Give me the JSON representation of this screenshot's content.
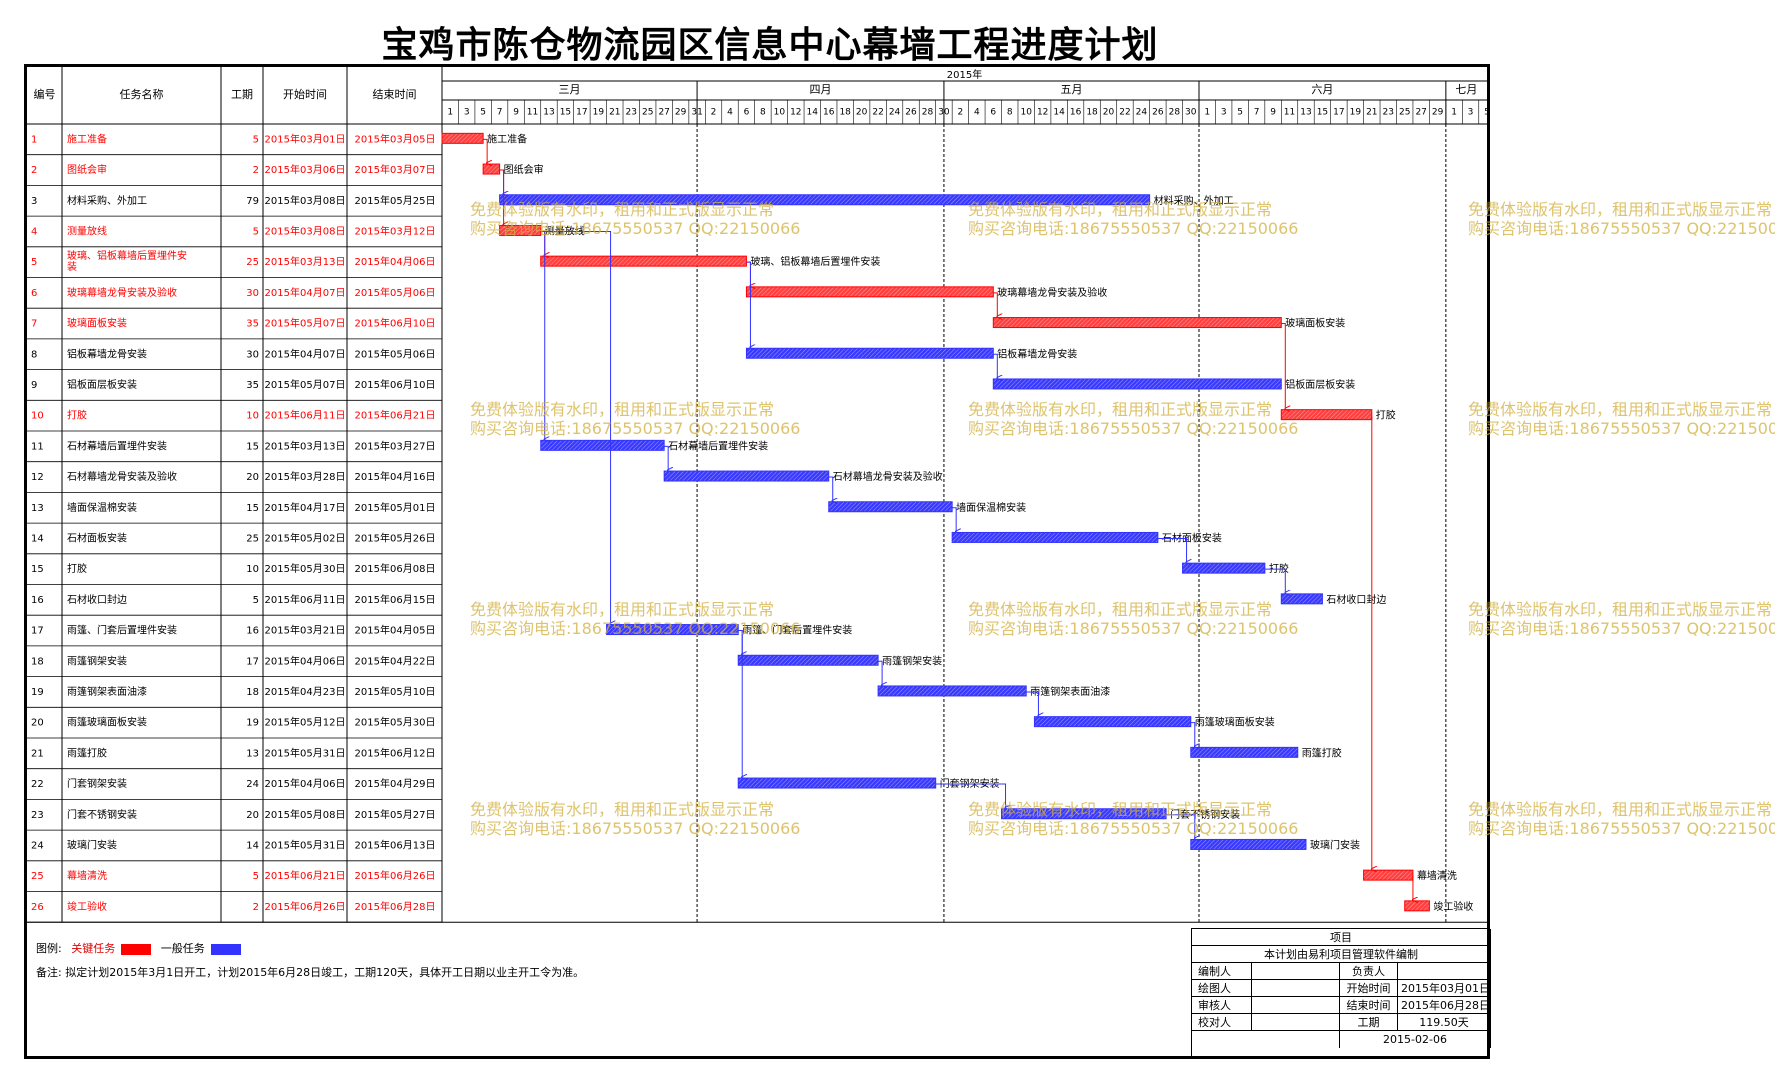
{
  "title": "宝鸡市陈仓物流园区信息中心幕墙工程进度计划",
  "headers": {
    "id": "编号",
    "name": "任务名称",
    "dur": "工期",
    "start": "开始时间",
    "end": "结束时间",
    "year": "2015年"
  },
  "months": [
    {
      "name": "三月",
      "days": 31,
      "ticks": [
        "1",
        "3",
        "5",
        "7",
        "9",
        "11",
        "13",
        "15",
        "17",
        "19",
        "21",
        "23",
        "25",
        "27",
        "29",
        "31"
      ]
    },
    {
      "name": "四月",
      "days": 30,
      "ticks": [
        "2",
        "4",
        "6",
        "8",
        "10",
        "12",
        "14",
        "16",
        "18",
        "20",
        "22",
        "24",
        "26",
        "28",
        "30"
      ]
    },
    {
      "name": "五月",
      "days": 31,
      "ticks": [
        "2",
        "4",
        "6",
        "8",
        "10",
        "12",
        "14",
        "16",
        "18",
        "20",
        "22",
        "24",
        "26",
        "28",
        "30"
      ]
    },
    {
      "name": "六月",
      "days": 30,
      "ticks": [
        "1",
        "3",
        "5",
        "7",
        "9",
        "11",
        "13",
        "15",
        "17",
        "19",
        "21",
        "23",
        "25",
        "27",
        "29"
      ]
    },
    {
      "name": "七月",
      "days": 5,
      "ticks": [
        "1",
        "3",
        "5"
      ]
    }
  ],
  "chart_data": {
    "type": "gantt",
    "title": "宝鸡市陈仓物流园区信息中心幕墙工程进度计划",
    "x_range": [
      "2015-03-01",
      "2015-07-05"
    ],
    "tasks": [
      {
        "id": "1",
        "name": "施工准备",
        "dur": "5",
        "start": "2015年03月01日",
        "end": "2015年03月05日",
        "s": "2015-03-01",
        "e": "2015-03-05",
        "critical": true,
        "pred": []
      },
      {
        "id": "2",
        "name": "图纸会审",
        "dur": "2",
        "start": "2015年03月06日",
        "end": "2015年03月07日",
        "s": "2015-03-06",
        "e": "2015-03-07",
        "critical": true,
        "pred": [
          1
        ]
      },
      {
        "id": "3",
        "name": "材料采购、外加工",
        "dur": "79",
        "start": "2015年03月08日",
        "end": "2015年05月25日",
        "s": "2015-03-08",
        "e": "2015-05-25",
        "critical": false,
        "pred": [
          2
        ]
      },
      {
        "id": "4",
        "name": "测量放线",
        "dur": "5",
        "start": "2015年03月08日",
        "end": "2015年03月12日",
        "s": "2015-03-08",
        "e": "2015-03-12",
        "critical": true,
        "pred": [
          2
        ]
      },
      {
        "id": "5",
        "name": "玻璃、铝板幕墙后置埋件安装",
        "dur": "25",
        "start": "2015年03月13日",
        "end": "2015年04月06日",
        "s": "2015-03-13",
        "e": "2015-04-06",
        "critical": true,
        "pred": [
          4
        ]
      },
      {
        "id": "6",
        "name": "玻璃幕墙龙骨安装及验收",
        "dur": "30",
        "start": "2015年04月07日",
        "end": "2015年05月06日",
        "s": "2015-04-07",
        "e": "2015-05-06",
        "critical": true,
        "pred": [
          5
        ]
      },
      {
        "id": "7",
        "name": "玻璃面板安装",
        "dur": "35",
        "start": "2015年05月07日",
        "end": "2015年06月10日",
        "s": "2015-05-07",
        "e": "2015-06-10",
        "critical": true,
        "pred": [
          6
        ]
      },
      {
        "id": "8",
        "name": "铝板幕墙龙骨安装",
        "dur": "30",
        "start": "2015年04月07日",
        "end": "2015年05月06日",
        "s": "2015-04-07",
        "e": "2015-05-06",
        "critical": false,
        "pred": [
          5
        ]
      },
      {
        "id": "9",
        "name": "铝板面层板安装",
        "dur": "35",
        "start": "2015年05月07日",
        "end": "2015年06月10日",
        "s": "2015-05-07",
        "e": "2015-06-10",
        "critical": false,
        "pred": [
          8
        ]
      },
      {
        "id": "10",
        "name": "打胶",
        "dur": "10",
        "start": "2015年06月11日",
        "end": "2015年06月21日",
        "s": "2015-06-11",
        "e": "2015-06-21",
        "critical": true,
        "pred": [
          7
        ]
      },
      {
        "id": "11",
        "name": "石材幕墙后置埋件安装",
        "dur": "15",
        "start": "2015年03月13日",
        "end": "2015年03月27日",
        "s": "2015-03-13",
        "e": "2015-03-27",
        "critical": false,
        "pred": [
          4
        ]
      },
      {
        "id": "12",
        "name": "石材幕墙龙骨安装及验收",
        "dur": "20",
        "start": "2015年03月28日",
        "end": "2015年04月16日",
        "s": "2015-03-28",
        "e": "2015-04-16",
        "critical": false,
        "pred": [
          11
        ]
      },
      {
        "id": "13",
        "name": "墙面保温棉安装",
        "dur": "15",
        "start": "2015年04月17日",
        "end": "2015年05月01日",
        "s": "2015-04-17",
        "e": "2015-05-01",
        "critical": false,
        "pred": [
          12
        ]
      },
      {
        "id": "14",
        "name": "石材面板安装",
        "dur": "25",
        "start": "2015年05月02日",
        "end": "2015年05月26日",
        "s": "2015-05-02",
        "e": "2015-05-26",
        "critical": false,
        "pred": [
          13
        ]
      },
      {
        "id": "15",
        "name": "打胶",
        "dur": "10",
        "start": "2015年05月30日",
        "end": "2015年06月08日",
        "s": "2015-05-30",
        "e": "2015-06-08",
        "critical": false,
        "pred": [
          14
        ]
      },
      {
        "id": "16",
        "name": "石材收口封边",
        "dur": "5",
        "start": "2015年06月11日",
        "end": "2015年06月15日",
        "s": "2015-06-11",
        "e": "2015-06-15",
        "critical": false,
        "pred": [
          15
        ]
      },
      {
        "id": "17",
        "name": "雨篷、门套后置埋件安装",
        "dur": "16",
        "start": "2015年03月21日",
        "end": "2015年04月05日",
        "s": "2015-03-21",
        "e": "2015-04-05",
        "critical": false,
        "pred": [
          4
        ]
      },
      {
        "id": "18",
        "name": "雨篷钢架安装",
        "dur": "17",
        "start": "2015年04月06日",
        "end": "2015年04月22日",
        "s": "2015-04-06",
        "e": "2015-04-22",
        "critical": false,
        "pred": [
          17
        ]
      },
      {
        "id": "19",
        "name": "雨篷钢架表面油漆",
        "dur": "18",
        "start": "2015年04月23日",
        "end": "2015年05月10日",
        "s": "2015-04-23",
        "e": "2015-05-10",
        "critical": false,
        "pred": [
          18
        ]
      },
      {
        "id": "20",
        "name": "雨篷玻璃面板安装",
        "dur": "19",
        "start": "2015年05月12日",
        "end": "2015年05月30日",
        "s": "2015-05-12",
        "e": "2015-05-30",
        "critical": false,
        "pred": [
          19
        ]
      },
      {
        "id": "21",
        "name": "雨篷打胶",
        "dur": "13",
        "start": "2015年05月31日",
        "end": "2015年06月12日",
        "s": "2015-05-31",
        "e": "2015-06-12",
        "critical": false,
        "pred": [
          20
        ]
      },
      {
        "id": "22",
        "name": "门套钢架安装",
        "dur": "24",
        "start": "2015年04月06日",
        "end": "2015年04月29日",
        "s": "2015-04-06",
        "e": "2015-04-29",
        "critical": false,
        "pred": [
          17
        ]
      },
      {
        "id": "23",
        "name": "门套不锈钢安装",
        "dur": "20",
        "start": "2015年05月08日",
        "end": "2015年05月27日",
        "s": "2015-05-08",
        "e": "2015-05-27",
        "critical": false,
        "pred": [
          22
        ]
      },
      {
        "id": "24",
        "name": "玻璃门安装",
        "dur": "14",
        "start": "2015年05月31日",
        "end": "2015年06月13日",
        "s": "2015-05-31",
        "e": "2015-06-13",
        "critical": false,
        "pred": [
          23
        ]
      },
      {
        "id": "25",
        "name": "幕墙清洗",
        "dur": "5",
        "start": "2015年06月21日",
        "end": "2015年06月26日",
        "s": "2015-06-21",
        "e": "2015-06-26",
        "critical": true,
        "pred": [
          10
        ]
      },
      {
        "id": "26",
        "name": "竣工验收",
        "dur": "2",
        "start": "2015年06月26日",
        "end": "2015年06月28日",
        "s": "2015-06-26",
        "e": "2015-06-28",
        "critical": true,
        "pred": [
          25
        ]
      }
    ]
  },
  "legend": {
    "label": "图例:",
    "critical": "关键任务",
    "normal": "一般任务"
  },
  "note": "备注: 拟定计划2015年3月1日开工，计划2015年6月28日竣工，工期120天，具体开工日期以业主开工令为准。",
  "info": {
    "project": "项目",
    "software": "本计划由易利项目管理软件编制",
    "editor": "编制人",
    "owner": "负责人",
    "drafter": "绘图人",
    "start_label": "开始时间",
    "start_value": "2015年03月01日",
    "reviewer": "审核人",
    "end_label": "结束时间",
    "end_value": "2015年06月28日",
    "checker": "校对人",
    "dur_label": "工期",
    "dur_value": "119.50天",
    "date": "2015-02-06"
  },
  "watermark": {
    "line1": "免费体验版有水印，租用和正式版显示正常",
    "line2": "购买咨询电话:18675550537 QQ:22150066"
  },
  "colors": {
    "critical": "#ff0000",
    "normal": "#3333ff",
    "grid": "#808080"
  }
}
